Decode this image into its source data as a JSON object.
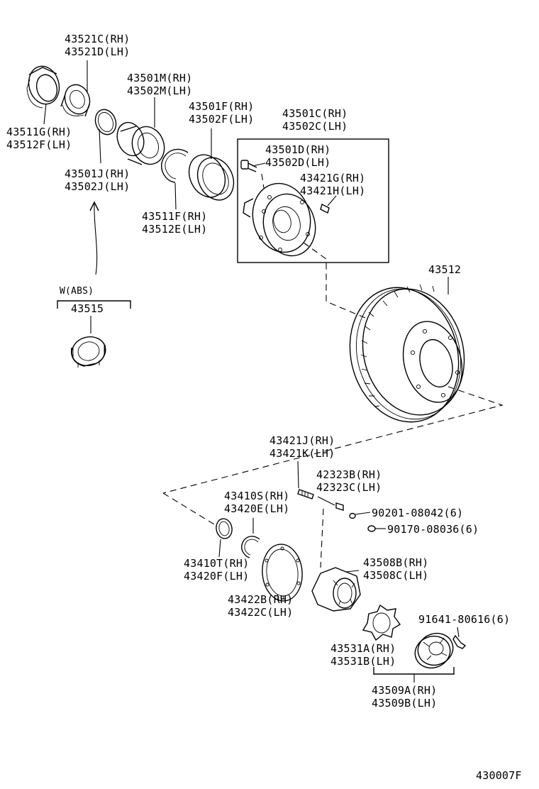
{
  "diagram_id": "430007F",
  "labels": {
    "bearing_cup_outer": [
      "43521C(RH)",
      "43521D(LH)"
    ],
    "oil_seal_outer": [
      "43511G(RH)",
      "43512F(LH)"
    ],
    "bearing_inner": [
      "43501M(RH)",
      "43502M(LH)"
    ],
    "bearing_outer": [
      "43501F(RH)",
      "43502F(LH)"
    ],
    "hub_assembly": [
      "43501C(RH)",
      "43502C(LH)"
    ],
    "hub_sub_assembly": [
      "43501D(RH)",
      "43502D(LH)"
    ],
    "hub_bolt": [
      "43421G(RH)",
      "43421H(LH)"
    ],
    "snap_ring_small": [
      "43501J(RH)",
      "43502J(LH)"
    ],
    "oil_seal_inner": [
      "43511F(RH)",
      "43512E(LH)"
    ],
    "abs_group": "W(ABS)",
    "abs_sensor_rotor": "43515",
    "disc_rotor": "43512",
    "stud_bolt": [
      "43421J(RH)",
      "43421K(LH)"
    ],
    "washer": [
      "42323B(RH)",
      "42323C(LH)"
    ],
    "bolt_90201": "90201-08042(6)",
    "nut_90170": "90170-08036(6)",
    "snap_ring_43410s": [
      "43410S(RH)",
      "43420E(LH)"
    ],
    "ring_43410t": [
      "43410T(RH)",
      "43420F(LH)"
    ],
    "gasket_43422": [
      "43422B(RH)",
      "43422C(LH)"
    ],
    "flange_43508": [
      "43508B(RH)",
      "43508C(LH)"
    ],
    "bolt_91641": "91641-80616(6)",
    "gasket_43531": [
      "43531A(RH)",
      "43531B(LH)"
    ],
    "cap_43509": [
      "43509A(RH)",
      "43509B(LH)"
    ]
  }
}
